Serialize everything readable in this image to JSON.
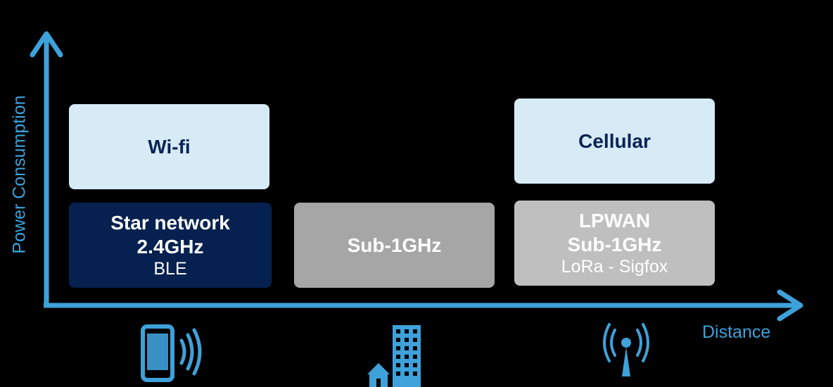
{
  "axes": {
    "y_label": "Power Consumption",
    "x_label": "Distance"
  },
  "colors": {
    "axis": "#3ea1da",
    "light_box": "#d7ebf7",
    "dark_box": "#06214f",
    "gray_box": "#a6a6a6",
    "light_gray_box": "#bfbfbf",
    "title_text": "#0a2356"
  },
  "boxes": {
    "wifi": {
      "title": "Wi-fi"
    },
    "cellular": {
      "title": "Cellular"
    },
    "star": {
      "line1": "Star network",
      "line2": "2.4GHz",
      "line3": "BLE"
    },
    "sub1": {
      "title": "Sub-1GHz"
    },
    "lpwan": {
      "line1": "LPWAN",
      "line2": "Sub-1GHz",
      "line3": "LoRa - Sigfox"
    }
  },
  "icons": [
    "smartphone-icon",
    "buildings-icon",
    "antenna-tower-icon"
  ]
}
